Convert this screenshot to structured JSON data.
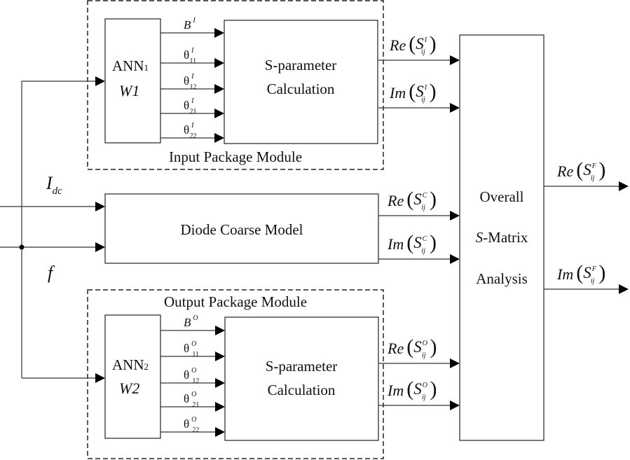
{
  "figure": {
    "input_module": {
      "title": "Input Package Module",
      "ann": {
        "name": "ANN",
        "index": "1",
        "weight": "W1"
      },
      "calc_lines": [
        "S-parameter",
        "Calculation"
      ],
      "params": [
        {
          "symbol": "B",
          "sup": "I",
          "sub": ""
        },
        {
          "symbol": "θ",
          "sup": "I",
          "sub": "11"
        },
        {
          "symbol": "θ",
          "sup": "I",
          "sub": "12"
        },
        {
          "symbol": "θ",
          "sup": "I",
          "sub": "21"
        },
        {
          "symbol": "θ",
          "sup": "I",
          "sub": "22"
        }
      ],
      "outputs": [
        {
          "op": "Re",
          "sup": "I",
          "sub": "ij"
        },
        {
          "op": "Im",
          "sup": "I",
          "sub": "ij"
        }
      ]
    },
    "coarse_model": {
      "label": "Diode Coarse Model",
      "outputs": [
        {
          "op": "Re",
          "sup": "C",
          "sub": "ij"
        },
        {
          "op": "Im",
          "sup": "C",
          "sub": "ij"
        }
      ]
    },
    "output_module": {
      "title": "Output Package Module",
      "ann": {
        "name": "ANN",
        "index": "2",
        "weight": "W2"
      },
      "calc_lines": [
        "S-parameter",
        "Calculation"
      ],
      "params": [
        {
          "symbol": "B",
          "sup": "O",
          "sub": ""
        },
        {
          "symbol": "θ",
          "sup": "O",
          "sub": "11"
        },
        {
          "symbol": "θ",
          "sup": "O",
          "sub": "12"
        },
        {
          "symbol": "θ",
          "sup": "O",
          "sub": "21"
        },
        {
          "symbol": "θ",
          "sup": "O",
          "sub": "22"
        }
      ],
      "outputs": [
        {
          "op": "Re",
          "sup": "O",
          "sub": "ij"
        },
        {
          "op": "Im",
          "sup": "O",
          "sub": "ij"
        }
      ]
    },
    "inputs": {
      "idc": {
        "symbol": "I",
        "sub": "dc"
      },
      "freq": {
        "symbol": "f"
      }
    },
    "overall": {
      "lines": [
        "Overall",
        "S",
        "-Matrix",
        "Analysis"
      ],
      "outputs": [
        {
          "op": "Re",
          "sup": "F",
          "sub": "ij"
        },
        {
          "op": "Im",
          "sup": "F",
          "sub": "ij"
        }
      ]
    },
    "common": {
      "S": "S",
      "lparen": "(",
      "rparen": ")"
    }
  }
}
